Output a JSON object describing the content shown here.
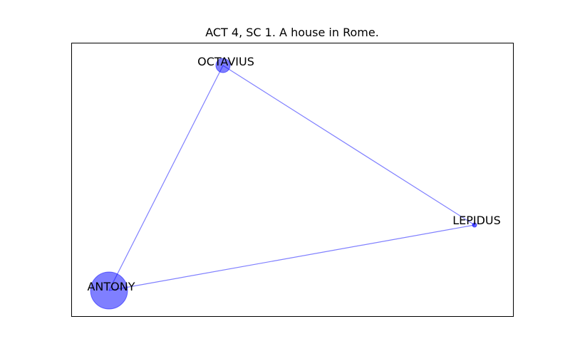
{
  "title": "ACT 4, SC 1. A house in Rome.",
  "colors": {
    "node_fill": "#0000ff",
    "edge": "#0000ff",
    "frame": "#000000"
  },
  "nodes": [
    {
      "id": "octavius",
      "label": "OCTAVIUS"
    },
    {
      "id": "lepidus",
      "label": "LEPIDUS"
    },
    {
      "id": "antony",
      "label": "ANTONY"
    }
  ],
  "edges": [
    {
      "from": "antony",
      "to": "octavius"
    },
    {
      "from": "octavius",
      "to": "lepidus"
    },
    {
      "from": "antony",
      "to": "lepidus"
    }
  ]
}
